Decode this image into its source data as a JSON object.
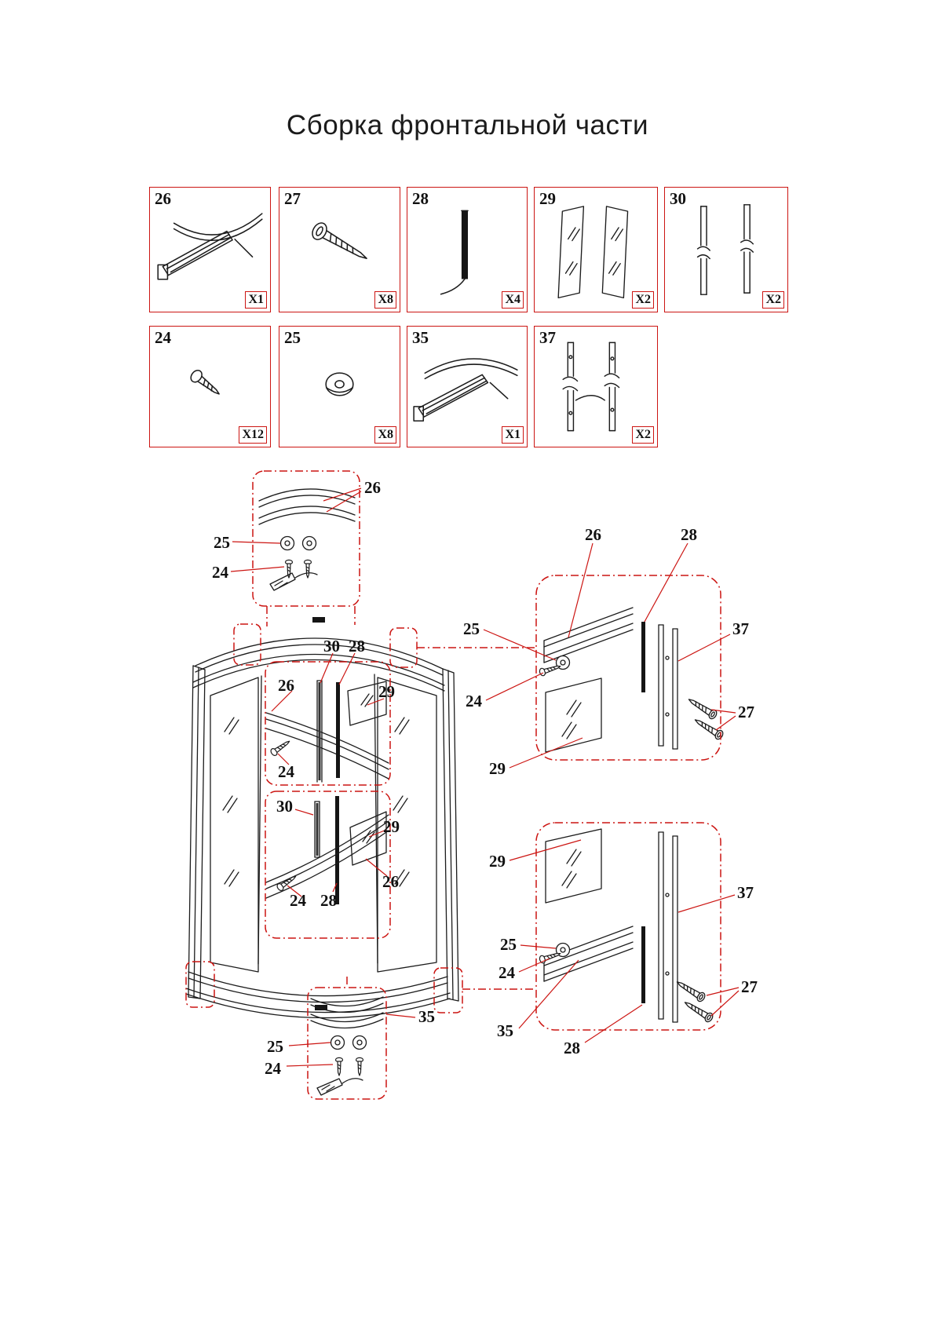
{
  "title": "Сборка фронтальной части",
  "colors": {
    "accent_red": "#cc1512",
    "line": "#1c1c1c",
    "background": "#ffffff"
  },
  "parts": [
    {
      "number": "26",
      "qty": "X1"
    },
    {
      "number": "27",
      "qty": "X8"
    },
    {
      "number": "28",
      "qty": "X4"
    },
    {
      "number": "29",
      "qty": "X2"
    },
    {
      "number": "30",
      "qty": "X2"
    },
    {
      "number": "24",
      "qty": "X12"
    },
    {
      "number": "25",
      "qty": "X8"
    },
    {
      "number": "35",
      "qty": "X1"
    },
    {
      "number": "37",
      "qty": "X2"
    }
  ],
  "callouts": {
    "top_detail": [
      "26",
      "25",
      "24"
    ],
    "main_upper": [
      "30",
      "28",
      "26",
      "29",
      "24"
    ],
    "main_lower": [
      "30",
      "29",
      "26",
      "24",
      "28"
    ],
    "right_top": [
      "26",
      "28",
      "25",
      "37",
      "24",
      "27",
      "29"
    ],
    "right_bottom": [
      "29",
      "37",
      "25",
      "24",
      "27",
      "35",
      "28"
    ],
    "bottom_detail": [
      "35",
      "25",
      "24"
    ]
  }
}
